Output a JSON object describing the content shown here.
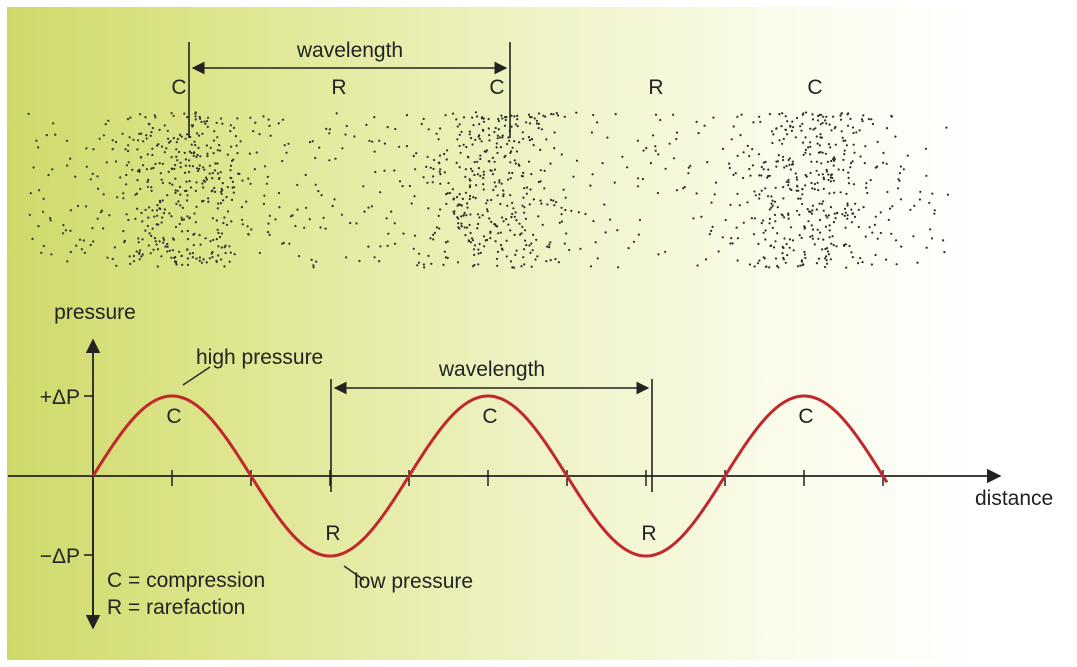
{
  "top": {
    "wavelength_label": "wavelength",
    "markers": [
      "C",
      "R",
      "C",
      "R",
      "C"
    ]
  },
  "graph": {
    "y_axis_label": "pressure",
    "x_axis_label": "distance",
    "plus_tick_label": "+ΔP",
    "minus_tick_label": "−ΔP",
    "high_pressure_label": "high pressure",
    "low_pressure_label": "low pressure",
    "wavelength_label": "wavelength",
    "peak_labels": [
      "C",
      "C",
      "C"
    ],
    "trough_labels": [
      "R",
      "R"
    ]
  },
  "legend": {
    "compression": "C = compression",
    "rarefaction": "R = rarefaction"
  },
  "colors": {
    "wave": "#c0282d",
    "axis": "#222222",
    "dots": "#2a2a2a",
    "background_left": "#cfd96a",
    "background_right": "#ffffff"
  }
}
